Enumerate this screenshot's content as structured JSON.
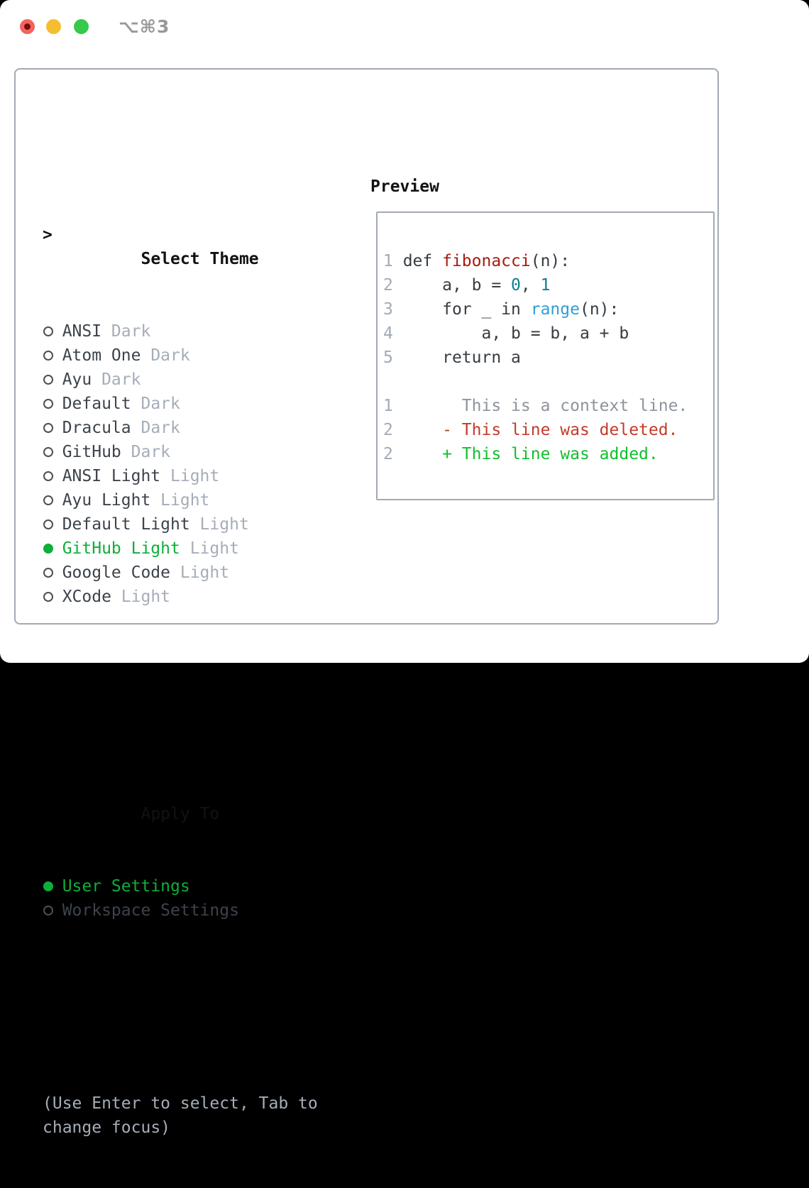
{
  "window": {
    "title": "⌥⌘3",
    "traffic_lights": [
      "close",
      "minimize",
      "zoom"
    ]
  },
  "colors": {
    "accent_green": "#0eae3b",
    "added_green": "#12bf2c",
    "deleted_red": "#c43b2b",
    "function_red": "#a71b0e",
    "number_teal": "#0d7f8d",
    "builtin_blue": "#2d9fd6",
    "code_default": "#363c43",
    "context_gray": "#8d949d",
    "muted_gray": "#a5adb9",
    "border_gray": "#a3aab4",
    "light_red": "#f4635d",
    "light_yellow": "#f6bd31",
    "light_green": "#36c94b"
  },
  "sidebar": {
    "header": {
      "prompt": ">",
      "label": "Select Theme"
    },
    "themes": [
      {
        "name": "ANSI",
        "variant": "Dark",
        "selected": false
      },
      {
        "name": "Atom One",
        "variant": "Dark",
        "selected": false
      },
      {
        "name": "Ayu",
        "variant": "Dark",
        "selected": false
      },
      {
        "name": "Default",
        "variant": "Dark",
        "selected": false
      },
      {
        "name": "Dracula",
        "variant": "Dark",
        "selected": false
      },
      {
        "name": "GitHub",
        "variant": "Dark",
        "selected": false
      },
      {
        "name": "ANSI Light",
        "variant": "Light",
        "selected": false
      },
      {
        "name": "Ayu Light",
        "variant": "Light",
        "selected": false
      },
      {
        "name": "Default Light",
        "variant": "Light",
        "selected": false
      },
      {
        "name": "GitHub Light",
        "variant": "Light",
        "selected": true
      },
      {
        "name": "Google Code",
        "variant": "Light",
        "selected": false
      },
      {
        "name": "XCode",
        "variant": "Light",
        "selected": false
      }
    ],
    "apply_to": {
      "label": "Apply To",
      "options": [
        {
          "label": "User Settings",
          "selected": true
        },
        {
          "label": "Workspace Settings",
          "selected": false
        }
      ]
    },
    "hint_lines": [
      "(Use Enter to select, Tab to",
      "change focus)"
    ]
  },
  "preview": {
    "title": "Preview",
    "lines": [
      {
        "no": "1",
        "segs": [
          {
            "t": "def ",
            "c": "code"
          },
          {
            "t": "fibonacci",
            "c": "function"
          },
          {
            "t": "(n):",
            "c": "code"
          }
        ]
      },
      {
        "no": "2",
        "segs": [
          {
            "t": "    a, b = ",
            "c": "code"
          },
          {
            "t": "0",
            "c": "number"
          },
          {
            "t": ", ",
            "c": "code"
          },
          {
            "t": "1",
            "c": "number"
          }
        ]
      },
      {
        "no": "3",
        "segs": [
          {
            "t": "    for _ in ",
            "c": "code"
          },
          {
            "t": "range",
            "c": "builtin"
          },
          {
            "t": "(n):",
            "c": "code"
          }
        ]
      },
      {
        "no": "4",
        "segs": [
          {
            "t": "        a, b = b, a + b",
            "c": "code"
          }
        ]
      },
      {
        "no": "5",
        "segs": [
          {
            "t": "    return a",
            "c": "code"
          }
        ]
      },
      {
        "no": "",
        "segs": []
      },
      {
        "no": "1",
        "segs": [
          {
            "t": "      This is a context line.",
            "c": "context"
          }
        ]
      },
      {
        "no": "2",
        "segs": [
          {
            "t": "    - This line was deleted.",
            "c": "deleted"
          }
        ]
      },
      {
        "no": "2",
        "segs": [
          {
            "t": "    + This line was added.",
            "c": "added"
          }
        ]
      }
    ]
  }
}
